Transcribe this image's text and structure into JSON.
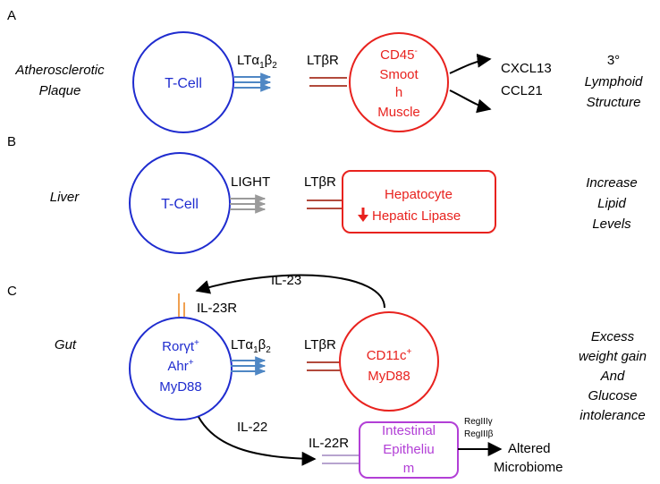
{
  "colors": {
    "tcell": "#1f2ccf",
    "stromal": "#e8221e",
    "epithelium": "#b23fd6",
    "arrow_blue": "#4f87c4",
    "arrow_gray": "#9a9a9a",
    "receptor_red": "#b24a3c",
    "il23r_orange": "#f0a050",
    "il22r_purple": "#b7a4cf",
    "text": "#000000"
  },
  "panel_a": {
    "letter": "A",
    "context": [
      "Atherosclerotic",
      "Plaque"
    ],
    "cell": "T-Cell",
    "ligand_base": "LTα",
    "ligand_sub1": "1",
    "ligand_mid": "β",
    "ligand_sub2": "2",
    "receptor": "LTβR",
    "target_line1": "CD45",
    "target_line1_sup": "-",
    "target_line2": "Smoot",
    "target_line3": "h",
    "target_line4": "Muscle",
    "output1": "CXCL13",
    "output2": "CCL21",
    "outcome": [
      "3°",
      "Lymphoid",
      "Structure"
    ]
  },
  "panel_b": {
    "letter": "B",
    "context": "Liver",
    "cell": "T-Cell",
    "ligand": "LIGHT",
    "receptor": "LTβR",
    "target_line1": "Hepatocyte",
    "target_line2_arrow": "🡇",
    "target_line2": "Hepatic Lipase",
    "outcome": [
      "Increase",
      "Lipid",
      "Levels"
    ]
  },
  "panel_c": {
    "letter": "C",
    "context": "Gut",
    "il23": "IL-23",
    "il23r": "IL-23R",
    "cell_line1": "Rorγt",
    "cell_line1_sup": "+",
    "cell_line2": "Ahr",
    "cell_line2_sup": "+",
    "cell_line3": "MyD88",
    "ligand_base": "LTα",
    "ligand_sub1": "1",
    "ligand_mid": "β",
    "ligand_sub2": "2",
    "receptor": "LTβR",
    "target_line1": "CD11c",
    "target_line1_sup": "+",
    "target_line2": "MyD88",
    "il22": "IL-22",
    "il22r": "IL-22R",
    "epi_line1": "Intestinal",
    "epi_line2": "Epitheliu",
    "epi_line3": "m",
    "reg1": "RegIIIγ",
    "reg2": "RegIIIβ",
    "output1": "Altered",
    "output2": "Microbiome",
    "outcome": [
      "Excess",
      "weight gain",
      "And",
      "Glucose",
      "intolerance"
    ]
  }
}
